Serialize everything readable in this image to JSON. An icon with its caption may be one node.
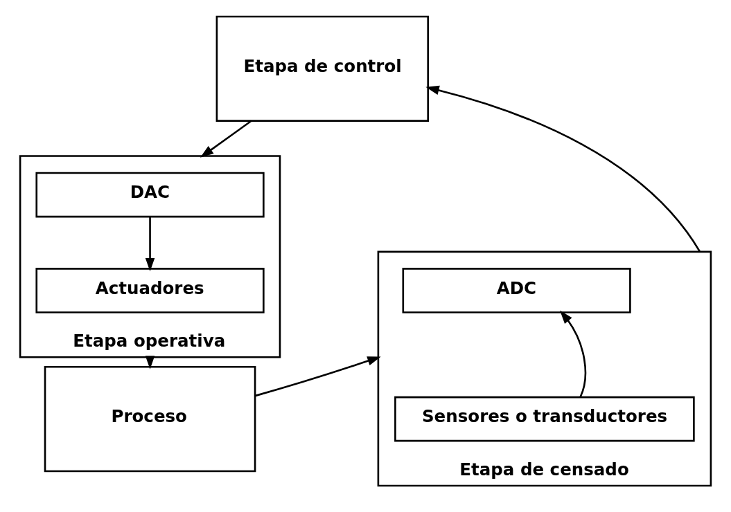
{
  "diagram": {
    "nodes": [
      {
        "text": [
          "Etapa de control"
        ]
      },
      {
        "text": [
          "Etapa operativa"
        ]
      },
      {
        "text": [
          "DAC"
        ],
        "in": 1
      },
      {
        "text": [
          "Actuadores"
        ],
        "in": 1
      },
      {
        "text": [
          "Etapa de censado"
        ]
      },
      {
        "text": [
          "ADC"
        ],
        "in": 4
      },
      {
        "text": [
          "Sensores o transductores"
        ],
        "in": 4
      },
      {
        "text": [
          "Proceso"
        ]
      }
    ],
    "edges": [
      {
        "from": 0,
        "to": 1,
        "arrow": "to"
      },
      {
        "from": 2,
        "to": 3,
        "arrow": "to"
      },
      {
        "from": 1,
        "to": 7,
        "arrow": "to"
      },
      {
        "from": 7,
        "to": 4,
        "arrow": "to"
      },
      {
        "from": 6,
        "to": 5,
        "arrow": "to"
      },
      {
        "from": 4,
        "to": 0,
        "arrow": "to"
      }
    ]
  }
}
